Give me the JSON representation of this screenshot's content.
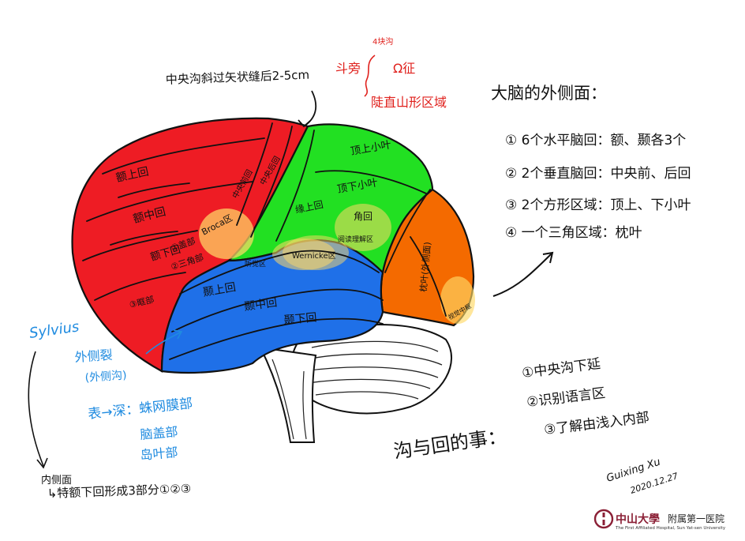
{
  "annotations": {
    "central_sulcus_note": "中央沟斜过矢状缝后2-5cm",
    "red_top_1": "斗旁",
    "red_top_small": "4块沟",
    "red_top_2": "Ω征",
    "red_mid": "陡直山形区域",
    "sylvius": "Sylvius",
    "lateral_fissure_1": "外侧裂",
    "lateral_fissure_2": "(外侧沟)",
    "surface_1": "表→深：蛛网膜部",
    "surface_2": "脑盖部",
    "surface_3": "岛叶部",
    "inner_1": "内侧面",
    "inner_2": "↳特额下回形成3部分①②③",
    "summary_title": "大脑的外侧面：",
    "summary_items": [
      "① 6个水平脑回：额、颞各3个",
      "② 2个垂直脑回：中央前、后回",
      "③ 2个方形区域：顶上、下小叶",
      "④ 一个三角区域：枕叶"
    ],
    "sulcus_title": "沟与回的事：",
    "sulcus_items": [
      "①中央沟下延",
      "②识别语言区",
      "③了解由浅入内部"
    ],
    "signature": "Guixing Xu",
    "date": "2020.12.27"
  },
  "regions": {
    "frontal_sup": "额上回",
    "frontal_mid": "额中回",
    "frontal_inf": "额下回",
    "opercular": "①盖部",
    "triangular": "②三角部",
    "orbital": "③眶部",
    "broca": "Broca区",
    "precentral": "中央前回",
    "postcentral": "中央后回",
    "parietal_sup": "顶上小叶",
    "parietal_inf": "顶下小叶",
    "supramarginal": "缘上回",
    "angular": "角回",
    "reading": "阅读理解区",
    "wernicke": "Wernicke区",
    "auditory": "听觉区",
    "temporal_sup": "颞上回",
    "temporal_mid": "颞中回",
    "temporal_inf": "颞下回",
    "occipital": "枕叶(外侧面)",
    "visual": "视觉中枢"
  },
  "footer": {
    "university": "中山大學",
    "hospital": "附属第一医院",
    "english": "The First Affiliated Hospital, Sun Yat-sen University"
  },
  "colors": {
    "frontal": "#ee1c24",
    "parietal": "#22e022",
    "temporal": "#1f70e8",
    "occipital": "#f46a00",
    "language": "#ffd966",
    "annot_red": "#e0211d",
    "annot_blue": "#1f8be0",
    "ink": "#111111"
  }
}
